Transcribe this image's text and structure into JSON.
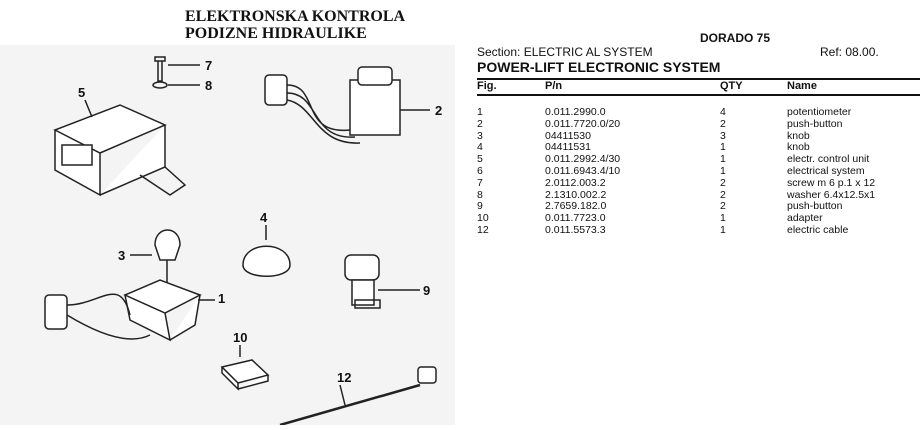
{
  "heading": {
    "line1": "ELEKTRONSKA KONTROLA",
    "line2": "PODIZNE HIDRAULIKE"
  },
  "model": "DORADO 75",
  "section": "Section: ELECTRIC AL SYSTEM",
  "ref": "Ref: 08.00.",
  "title": "POWER-LIFT ELECTRONIC SYSTEM",
  "columns": {
    "fig": "Fig.",
    "pn": "P/n",
    "qty": "QTY",
    "name": "Name"
  },
  "rows": [
    {
      "fig": "1",
      "pn": "0.011.2990.0",
      "qty": "4",
      "name": "potentiometer"
    },
    {
      "fig": "2",
      "pn": "0.011.7720.0/20",
      "qty": "2",
      "name": "push-button"
    },
    {
      "fig": "3",
      "pn": "04411530",
      "qty": "3",
      "name": "knob"
    },
    {
      "fig": "4",
      "pn": "04411531",
      "qty": "1",
      "name": "knob"
    },
    {
      "fig": "5",
      "pn": "0.011.2992.4/30",
      "qty": "1",
      "name": "electr. control unit"
    },
    {
      "fig": "6",
      "pn": "0.011.6943.4/10",
      "qty": "1",
      "name": "electrical system"
    },
    {
      "fig": "7",
      "pn": "2.0112.003.2",
      "qty": "2",
      "name": "screw m 6 p.1 x 12"
    },
    {
      "fig": "8",
      "pn": "2.1310.002.2",
      "qty": "2",
      "name": "washer 6.4x12.5x1"
    },
    {
      "fig": "9",
      "pn": "2.7659.182.0",
      "qty": "2",
      "name": "push-button"
    },
    {
      "fig": "10",
      "pn": "0.011.7723.0",
      "qty": "1",
      "name": "adapter"
    },
    {
      "fig": "12",
      "pn": "0.011.5573.3",
      "qty": "1",
      "name": "electric cable"
    }
  ],
  "callouts": [
    "5",
    "7",
    "8",
    "2",
    "4",
    "3",
    "1",
    "9",
    "10",
    "12"
  ]
}
